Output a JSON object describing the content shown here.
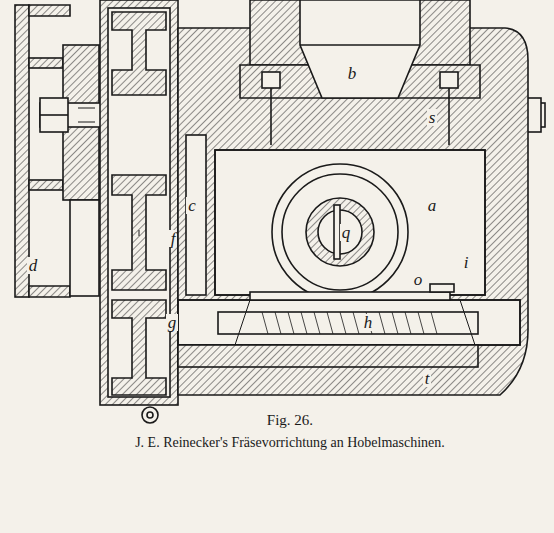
{
  "diagram": {
    "caption": "J. E. Reinecker's Fräsevorrichtung an Hobelmaschinen.",
    "labels": [
      "b",
      "s",
      "a",
      "d",
      "c",
      "q",
      "f",
      "i",
      "o",
      "h",
      "g",
      "t",
      "Fig. 26."
    ]
  }
}
